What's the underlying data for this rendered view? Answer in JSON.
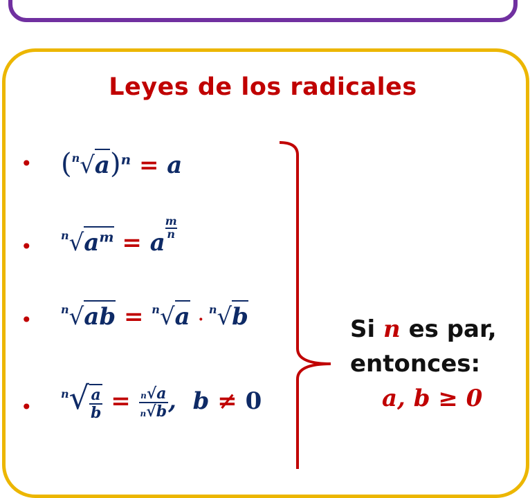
{
  "title": "Leyes de los radicales",
  "bullet": "•",
  "laws": [
    {
      "text": "(ⁿ√a)ⁿ = a"
    },
    {
      "text": "ⁿ√aᵐ = a^(m/n)"
    },
    {
      "text": "ⁿ√ab = ⁿ√a · ⁿ√b"
    },
    {
      "text": "ⁿ√(a/b) = ⁿ√a / ⁿ√b, b ≠ 0"
    }
  ],
  "condition": {
    "line1_prefix": "Si",
    "line1_var": "n",
    "line1_suffix": "es par,",
    "line2": "entonces:",
    "line3": "a, b ≥ 0"
  },
  "colors": {
    "title": "#c00000",
    "formula": "#0e2a66",
    "top_border": "#7030a0",
    "card_border": "#ecb600",
    "bracket": "#c00000"
  }
}
